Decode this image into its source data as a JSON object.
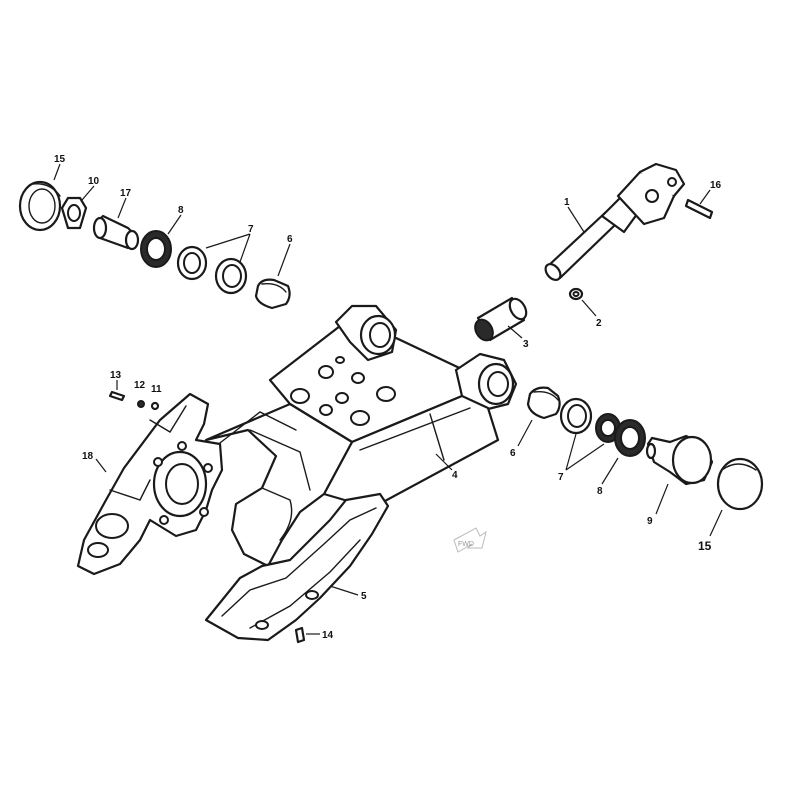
{
  "callouts": {
    "c15_top": "15",
    "c10": "10",
    "c17": "17",
    "c8_top": "8",
    "c7_top": "7",
    "c6_top": "6",
    "c1": "1",
    "c16": "16",
    "c2": "2",
    "c3": "3",
    "c13": "13",
    "c12": "12",
    "c11": "11",
    "c18": "18",
    "c4": "4",
    "c6_bot": "6",
    "c7_bot": "7",
    "c8_bot": "8",
    "c9": "9",
    "c15_bot": "15",
    "c5": "5",
    "c14": "14"
  },
  "fwd_label": "FWD"
}
